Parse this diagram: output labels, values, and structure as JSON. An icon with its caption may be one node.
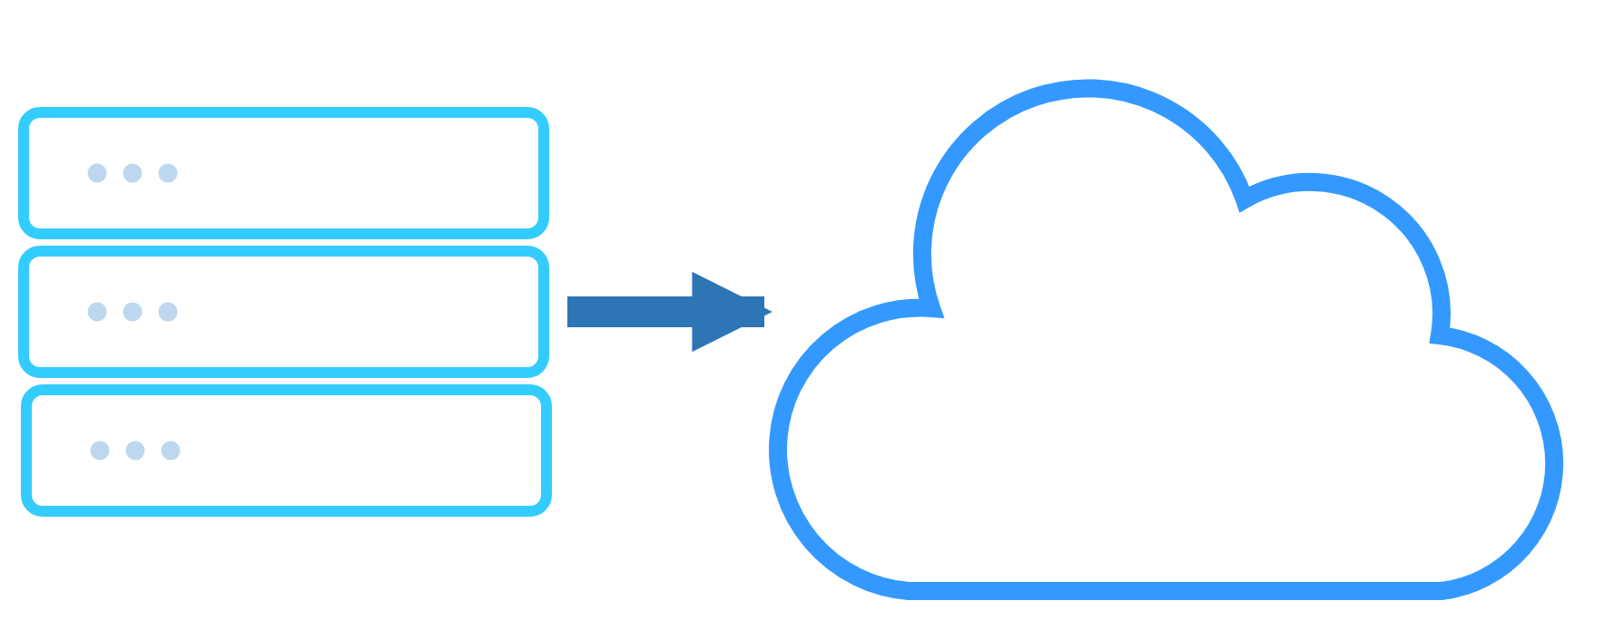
{
  "diagram": {
    "nodes": [
      {
        "text": [],
        "shape": "box"
      },
      {
        "text": [],
        "shape": "box"
      },
      {
        "text": [],
        "shape": "box"
      },
      {
        "text": [],
        "shape": "cloud"
      }
    ],
    "edges": [
      {
        "from": 1,
        "to": 3,
        "arrow": "to"
      }
    ]
  }
}
